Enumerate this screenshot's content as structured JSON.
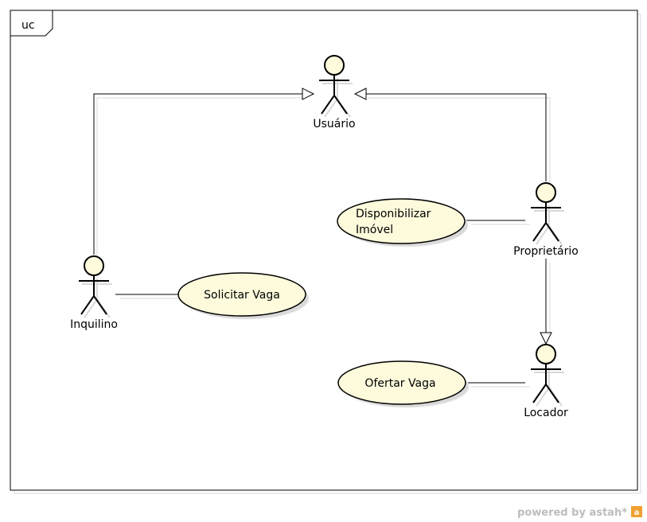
{
  "frame": {
    "tag": "uc"
  },
  "colors": {
    "actor_fill": "#fdfbdc",
    "usecase_fill": "#fdfbdc",
    "stroke": "#000000",
    "shadow": "#d9d9d9",
    "brand_text": "#bdbdbd",
    "brand_logo": "#f0a030"
  },
  "actors": {
    "usuario": {
      "label": "Usuário"
    },
    "inquilino": {
      "label": "Inquilino"
    },
    "proprietario": {
      "label": "Proprietário"
    },
    "locador": {
      "label": "Locador"
    }
  },
  "usecases": {
    "disponibilizar": {
      "line1": "Disponibilizar",
      "line2": "Imóvel"
    },
    "solicitar": {
      "label": "Solicitar Vaga"
    },
    "ofertar": {
      "label": "Ofertar Vaga"
    }
  },
  "footer": {
    "brand": "powered by astah*",
    "logo_icon": "astah-logo-icon"
  }
}
